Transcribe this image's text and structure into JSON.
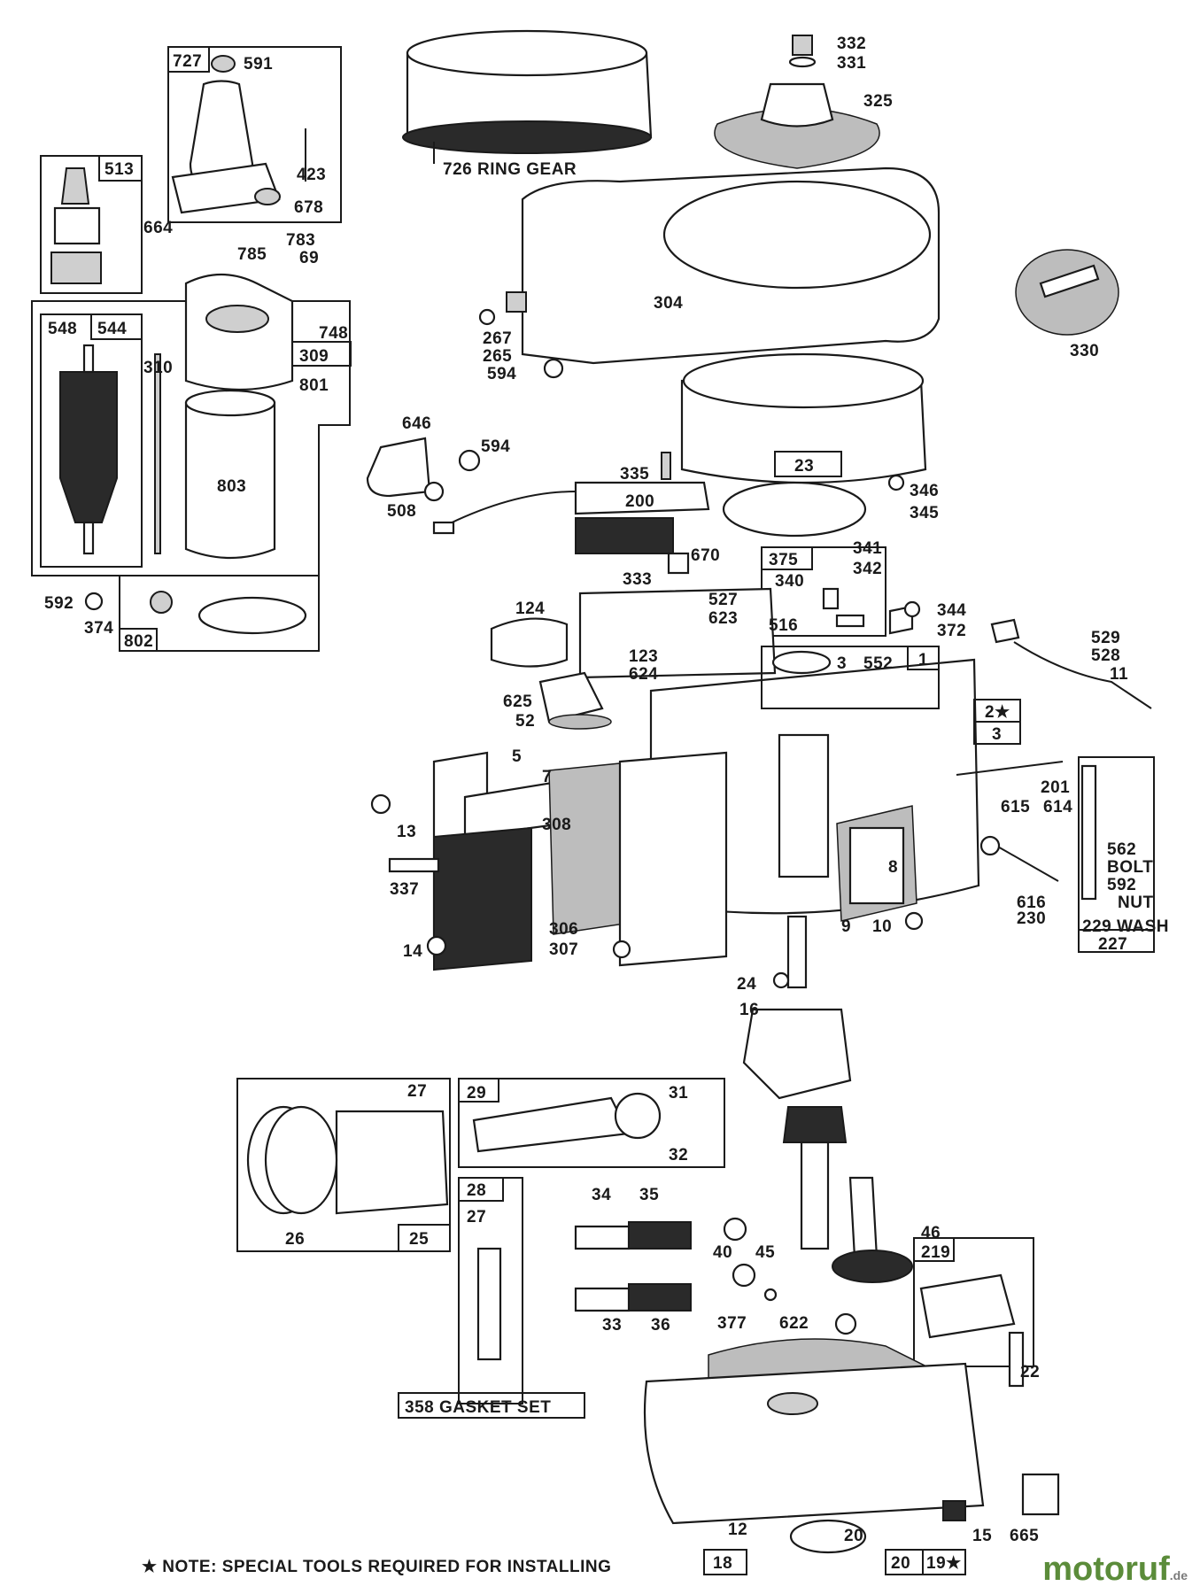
{
  "labels": {
    "l727": "727",
    "l591": "591",
    "l423": "423",
    "l678": "678",
    "l513": "513",
    "l664": "664",
    "l783": "783",
    "l785": "785",
    "l69": "69",
    "l748": "748",
    "l548": "548",
    "l544": "544",
    "l309": "309",
    "l310": "310",
    "l801": "801",
    "l803": "803",
    "l592": "592",
    "l374": "374",
    "l802": "802",
    "l726": "726 RING GEAR",
    "l332": "332",
    "l331": "331",
    "l325": "325",
    "l304": "304",
    "l267": "267",
    "l265": "265",
    "l594a": "594",
    "l330": "330",
    "l646": "646",
    "l594b": "594",
    "l508": "508",
    "l335": "335",
    "l200": "200",
    "l23": "23",
    "l346": "346",
    "l345": "345",
    "l670": "670",
    "l333": "333",
    "l375": "375",
    "l341": "341",
    "l342": "342",
    "l340": "340",
    "l527": "527",
    "l623": "623",
    "l516": "516",
    "l344": "344",
    "l372": "372",
    "l124": "124",
    "l123": "123",
    "l624": "624",
    "l625": "625",
    "l52": "52",
    "l3a": "3",
    "l552": "552",
    "l1": "1",
    "l2": "2★",
    "l3b": "3",
    "l529": "529",
    "l528": "528",
    "l11": "11",
    "l5": "5",
    "l7": "7",
    "l308": "308",
    "l13": "13",
    "l337": "337",
    "l201": "201",
    "l615": "615",
    "l614": "614",
    "l562": "562",
    "lbolt": "BOLT",
    "l592b": "592",
    "lnut": "NUT",
    "l616": "616",
    "l230": "230",
    "l229": "229 WASH",
    "l227": "227",
    "l8": "8",
    "l9": "9",
    "l10": "10",
    "l306": "306",
    "l307": "307",
    "l14": "14",
    "l24": "24",
    "l16": "16",
    "l27a": "27",
    "l29": "29",
    "l31": "31",
    "l32": "32",
    "l26": "26",
    "l25": "25",
    "l28": "28",
    "l27b": "27",
    "l34": "34",
    "l35": "35",
    "l40": "40",
    "l45": "45",
    "l46": "46",
    "l33": "33",
    "l36": "36",
    "l377": "377",
    "l622": "622",
    "l219": "219",
    "l22": "22",
    "l358": "358 GASKET SET",
    "l12": "12",
    "l18": "18",
    "l20a": "20",
    "l20b": "20",
    "l19": "19★",
    "l15": "15",
    "l665": "665"
  },
  "note": "★ NOTE: SPECIAL TOOLS REQUIRED FOR INSTALLING",
  "watermark": {
    "brand": "motoruf",
    "suffix": ".de"
  }
}
